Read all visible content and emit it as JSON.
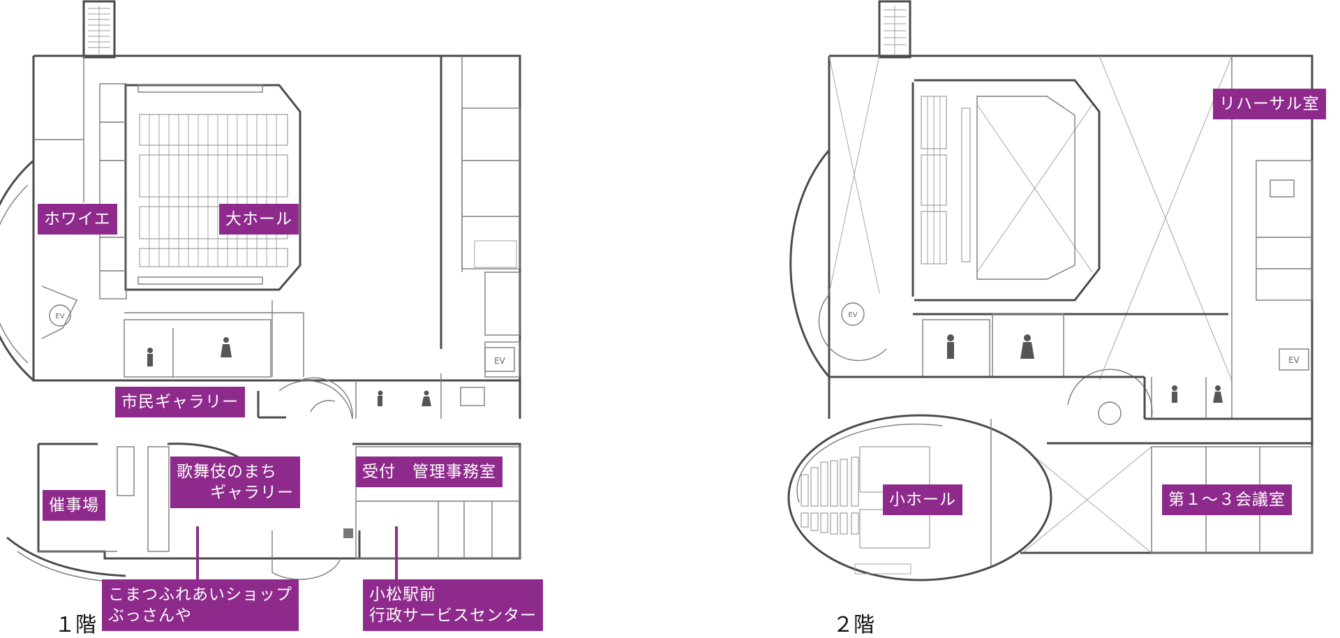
{
  "floors": [
    {
      "name": "１階",
      "rooms": {
        "foyer": "ホワイエ",
        "main_hall": "大ホール",
        "citizen_gallery": "市民ギャラリー",
        "event_hall": "催事場",
        "kabuki_gallery": "歌舞伎のまち\n　　ギャラリー",
        "reception": "受付　管理事務室",
        "shop": "こまつふれあいショップ\nぶっさんや",
        "service_center": "小松駅前\n行政サービスセンター"
      }
    },
    {
      "name": "２階",
      "rooms": {
        "rehearsal": "リハーサル室",
        "small_hall": "小ホール",
        "meeting_rooms": "第１〜３会議室"
      }
    }
  ],
  "signs": {
    "elevator": "EV"
  },
  "colors": {
    "label_bg": "#8e2a8b",
    "label_text": "#ffffff",
    "wall": "#4a4a4a"
  }
}
